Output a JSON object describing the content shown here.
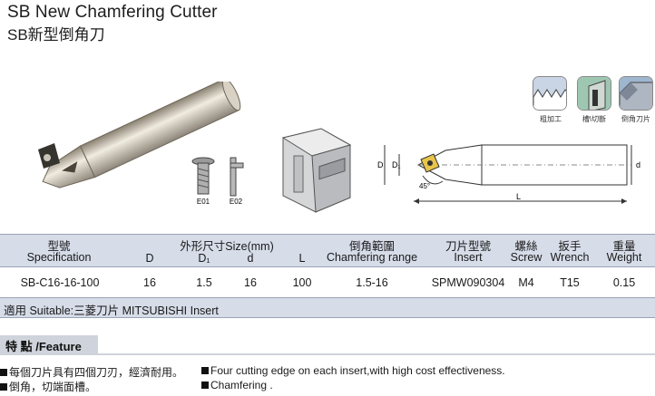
{
  "title": {
    "en": "SB New Chamfering Cutter",
    "zh": "SB新型倒角刀"
  },
  "materials": [
    {
      "icon": "rough-machining-icon",
      "label": "粗加工",
      "color": "#c9d4e4"
    },
    {
      "icon": "groove-cutting-icon",
      "label": "槽\\切斷",
      "color": "#9ec7b2"
    },
    {
      "icon": "chamfer-icon",
      "label": "倒角刀片",
      "color": "#9fb6cf"
    }
  ],
  "figures": {
    "insert_labels": [
      "E01",
      "E02"
    ],
    "dimensions": {
      "D": "D",
      "D1": "D₁",
      "d": "d",
      "L": "L",
      "angle": "45°"
    }
  },
  "table": {
    "headers": {
      "spec_zh": "型號",
      "spec_en": "Specification",
      "size_group": "外形尺寸Size(mm)",
      "D": "D",
      "D1": "D₁",
      "d": "d",
      "L": "L",
      "chamfer_zh": "倒角範圍",
      "chamfer_en": "Chamfering range",
      "insert_zh": "刀片型號",
      "insert_en": "Insert",
      "screw_zh": "螺絲",
      "screw_en": "Screw",
      "wrench_zh": "扳手",
      "wrench_en": "Wrench",
      "weight_zh": "重量",
      "weight_en": "Weight"
    },
    "row": {
      "spec": "SB-C16-16-100",
      "D": "16",
      "D1": "1.5",
      "d": "16",
      "L": "100",
      "chamfer": "1.5-16",
      "insert": "SPMW090304",
      "screw": "M4",
      "wrench": "T15",
      "weight": "0.15"
    },
    "suitable": "適用 Suitable:三菱刀片 MITSUBISHI Insert"
  },
  "feature": {
    "heading": "特 點 /Feature",
    "items_zh": [
      "每個刀片具有四個刀刃，經濟耐用。",
      "倒角，切端面槽。"
    ],
    "items_en": [
      "Four cutting edge on each insert,with high cost effectiveness.",
      "Chamfering ."
    ]
  }
}
